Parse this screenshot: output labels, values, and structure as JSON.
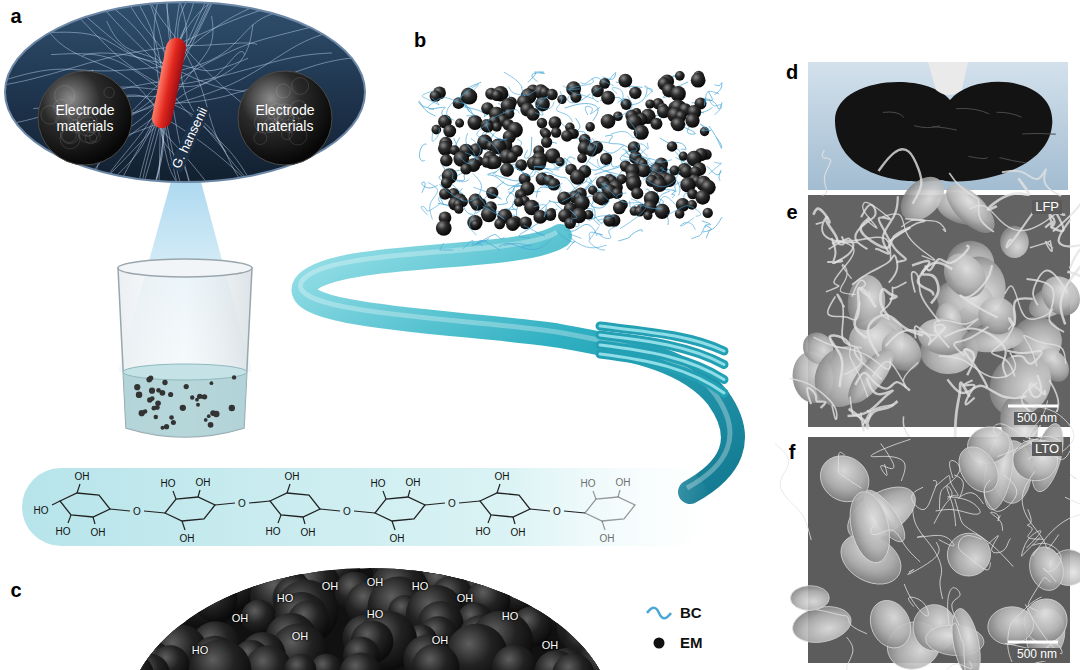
{
  "diagram": {
    "nodes": [
      {
        "text": [
          "Electrode materials"
        ]
      },
      {
        "text": [
          "G. hansenii"
        ]
      },
      {
        "text": [
          "Electrode materials"
        ]
      },
      {
        "text": [
          "LFP",
          "500 nm"
        ]
      },
      {
        "text": [
          "LTO",
          "500 nm"
        ]
      }
    ],
    "labels": [
      "a",
      "b",
      "d",
      "e",
      "f",
      "HO",
      "OH",
      "HO",
      "OH",
      "O",
      "OH",
      "HO",
      "OH",
      "O",
      "OH",
      "HO",
      "OH",
      "O",
      "OH",
      "HO",
      "OH",
      "O",
      "OH",
      "HO",
      "OH",
      "O",
      "OH",
      "HO",
      "OH",
      "c",
      "HO",
      "OH",
      "HO",
      "OH",
      "OH",
      "HO",
      "OH",
      "HO",
      "OH",
      "OH",
      "HO",
      "OH"
    ],
    "legend": [
      {
        "text": "BC"
      },
      {
        "text": "EM"
      }
    ]
  }
}
